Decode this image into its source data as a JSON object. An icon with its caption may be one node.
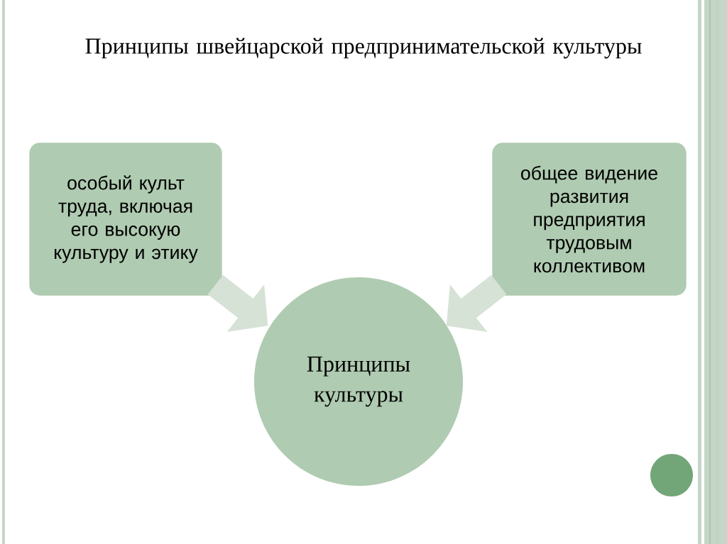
{
  "diagram": {
    "title": "Принципы швейцарской предпринимательской культуры",
    "nodes": [
      {
        "text": [
          "особый культ труда, включая его высокую культуру и этику"
        ]
      },
      {
        "text": [
          "общее видение развития предприятия трудовым коллективом"
        ]
      },
      {
        "text": [
          "Принципы культуры"
        ]
      }
    ],
    "edges": [
      {
        "from": 0,
        "to": 2,
        "arrow": "to"
      },
      {
        "from": 1,
        "to": 2,
        "arrow": "to"
      }
    ]
  }
}
